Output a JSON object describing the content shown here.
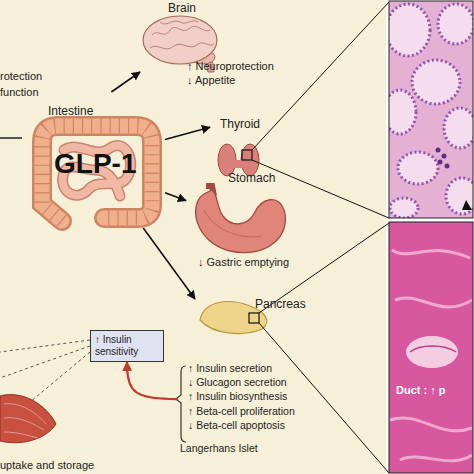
{
  "diagram": {
    "nodes": [
      {
        "text": [
          "Brain",
          "↑ Neuroprotection",
          "↓ Appetite"
        ]
      },
      {
        "text": [
          "Intestine",
          "GLP-1"
        ]
      },
      {
        "text": [
          "Thyroid"
        ]
      },
      {
        "text": [
          "Stomach",
          "↓ Gastric emptying"
        ]
      },
      {
        "text": [
          "Pancreas"
        ]
      },
      {
        "text": [
          "↑ Insulin sensitivity"
        ]
      },
      {
        "text": [
          "↑ Insulin secretion",
          "↓ Glucagon secretion",
          "↑ Insulin biosynthesis",
          "↑ Beta-cell proliferation",
          "↓ Beta-cell apoptosis",
          "Langerhans Islet"
        ]
      }
    ],
    "edges": [
      {
        "from": 1,
        "to": 0,
        "arrow": "to"
      },
      {
        "from": 1,
        "to": 2,
        "arrow": "to"
      },
      {
        "from": 1,
        "to": 3,
        "arrow": "to"
      },
      {
        "from": 1,
        "to": 4,
        "arrow": "to"
      },
      {
        "from": 6,
        "to": 5,
        "arrow": "to"
      }
    ],
    "labels": [
      "rotection",
      "function",
      "uptake and storage",
      "Duct : ↑ p"
    ]
  }
}
